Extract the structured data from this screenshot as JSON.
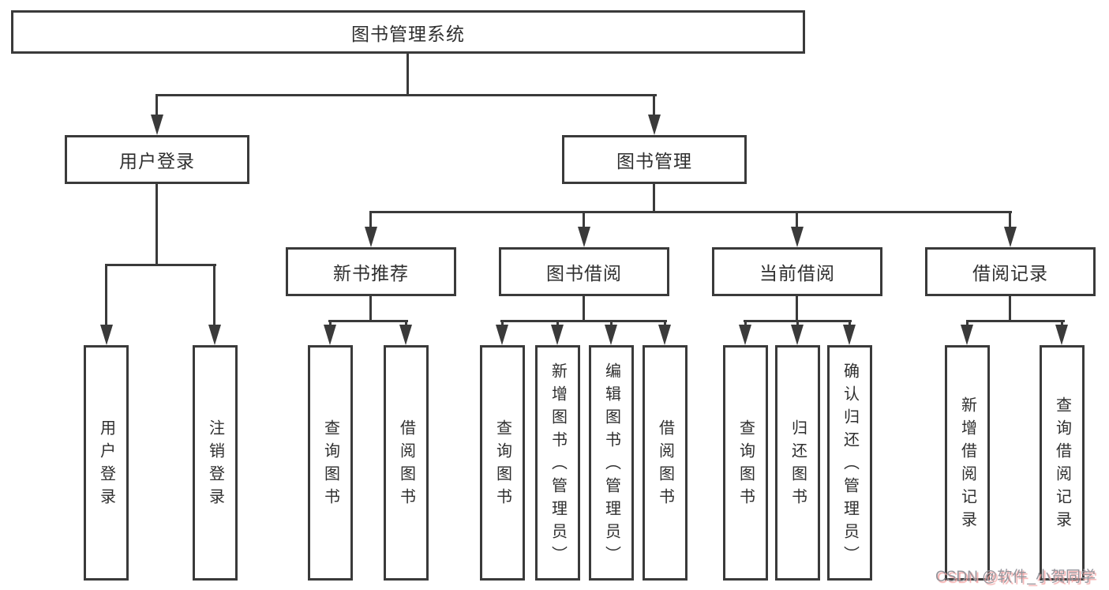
{
  "root": {
    "label": "图书管理系统"
  },
  "level1": {
    "user_login": {
      "label": "用户登录"
    },
    "book_mgmt": {
      "label": "图书管理"
    }
  },
  "level2": {
    "new_books": {
      "label": "新书推荐"
    },
    "borrowing": {
      "label": "图书借阅"
    },
    "current": {
      "label": "当前借阅"
    },
    "records": {
      "label": "借阅记录"
    }
  },
  "leaves": {
    "user_login": {
      "label": "用户登录"
    },
    "logout": {
      "label": "注销登录"
    },
    "nb_query_books": {
      "label": "查询图书"
    },
    "nb_borrow_books": {
      "label": "借阅图书"
    },
    "bw_query_books": {
      "label": "查询图书"
    },
    "bw_add_books": {
      "label": "新增图书（管理员）"
    },
    "bw_edit_books": {
      "label": "编辑图书（管理员）"
    },
    "bw_borrow_books": {
      "label": "借阅图书"
    },
    "cur_query_books": {
      "label": "查询图书"
    },
    "cur_return_books": {
      "label": "归还图书"
    },
    "cur_confirm_return": {
      "label": "确认归还（管理员）"
    },
    "rec_add_record": {
      "label": "新增借阅记录"
    },
    "rec_query_record": {
      "label": "查询借阅记录"
    }
  },
  "watermark": {
    "text": "CSDN @软件_小贺同学"
  },
  "colors": {
    "line": "#3a3a3a",
    "text": "#2f2f2f",
    "background": "#ffffff",
    "watermark_text": "#95959c",
    "watermark_shadow": "#f3a6a6"
  }
}
